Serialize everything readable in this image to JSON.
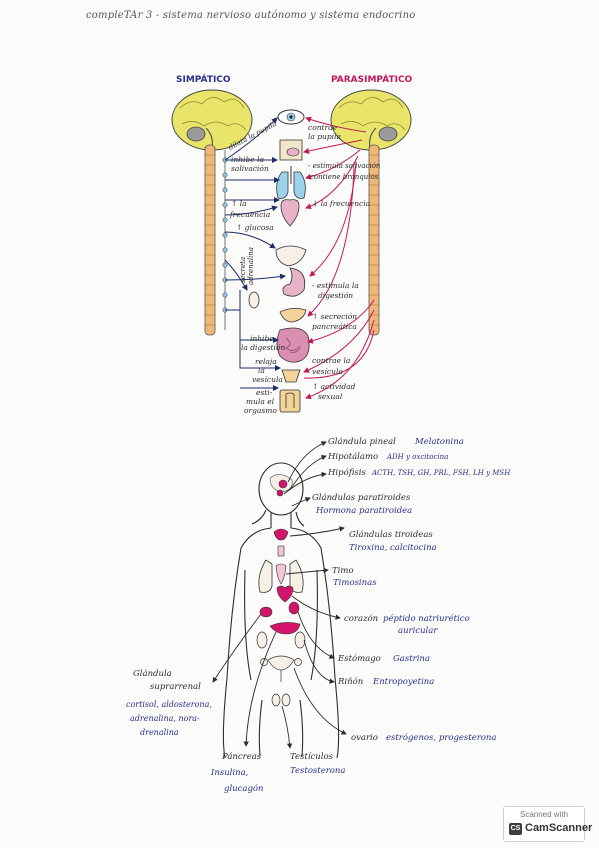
{
  "header": {
    "title": "compleTAr 3 - sistema nervioso autónomo y sistema endocrino"
  },
  "autonomic": {
    "sympathetic_title": "SIMPÁTICO",
    "parasympathetic_title": "PARASIMPÁTICO",
    "sympathetic_labels": {
      "dilata_pupila": "dilata la pupila",
      "inhibe_salivacion": [
        "inhibe la",
        "salivación"
      ],
      "frecuencia": [
        "↑ la",
        "frecuencia"
      ],
      "glucosa": "↑ glucosa",
      "secreta_adrenalina": [
        "secreta",
        "adrenalina"
      ],
      "inhibe_digestion": [
        "inhibe",
        "la digestión"
      ],
      "relaja_vesicula": [
        "relaja",
        "la",
        "vesícula"
      ],
      "estimula_orgasmo": [
        "esti-",
        "mula el",
        "orgasmo"
      ]
    },
    "parasympathetic_labels": {
      "contrae_pupila": [
        "contrae",
        "la pupila"
      ],
      "estimula_salivacion": "- estimula salivación",
      "contiene_bronquios": "contiene bronquios",
      "frecuencia": "↓ la frecuencia",
      "estimula_digestion": [
        "- estimula la",
        "digestión"
      ],
      "secrecion_pancreatica": [
        "↑ secreción",
        "pancreática"
      ],
      "contrae_vesicula": [
        "contrae la",
        "vesícula"
      ],
      "actividad_sexual": [
        "↑ actividad",
        "sexual"
      ]
    }
  },
  "endocrine": {
    "pineal": {
      "gland": "Glándula pineal",
      "hormone": "Melatonina"
    },
    "hipotalamo": {
      "gland": "Hipotálamo",
      "hormone": "ADH y oxcitocina"
    },
    "hipofisis": {
      "gland": "Hipófisis",
      "hormone": "ACTH, TSH, GH, PRL, FSH, LH y MSH"
    },
    "paratiroides": {
      "gland": "Glándulas paratiroides",
      "hormone": "Hormona paratiroidea"
    },
    "tiroides": {
      "gland": "Glándulas tiroideas",
      "hormone": "Tiroxina, calcitocina"
    },
    "timo": {
      "gland": "Timo",
      "hormone": "Timosinas"
    },
    "corazon": {
      "gland": "corazón",
      "hormone": [
        "péptido natriurético",
        "auricular"
      ]
    },
    "estomago": {
      "gland": "Estómago",
      "hormone": "Gastrina"
    },
    "rinon": {
      "gland": "Riñón",
      "hormone": "Entropoyetina"
    },
    "ovario": {
      "gland": "ovario",
      "hormone": "estrógenos, progesterona"
    },
    "testiculos": {
      "gland": "Testículos",
      "hormone": "Testosterona"
    },
    "pancreas": {
      "gland": "Páncreas",
      "hormone": [
        "Insulina,",
        "glucagón"
      ]
    },
    "suprarrenal": {
      "gland": [
        "Glándula",
        "suprarrenal"
      ],
      "hormone": [
        "cortisol, aldosterona,",
        "adrenalina, nora-",
        "drenalina"
      ]
    }
  },
  "badge": {
    "small_text": "Scanned with",
    "logo": "CS",
    "name": "CamScanner"
  },
  "colors": {
    "ink": "#2d2d2d",
    "hormone_blue": "#2a2f8f",
    "parasympathetic_magenta": "#c2185b",
    "brain_yellow": "#e9e46a",
    "spine_orange": "#f0b877",
    "organ_pink": "#e8b3c8",
    "lung_blue": "#9dd3ea",
    "gland_magenta": "#d3146b"
  }
}
